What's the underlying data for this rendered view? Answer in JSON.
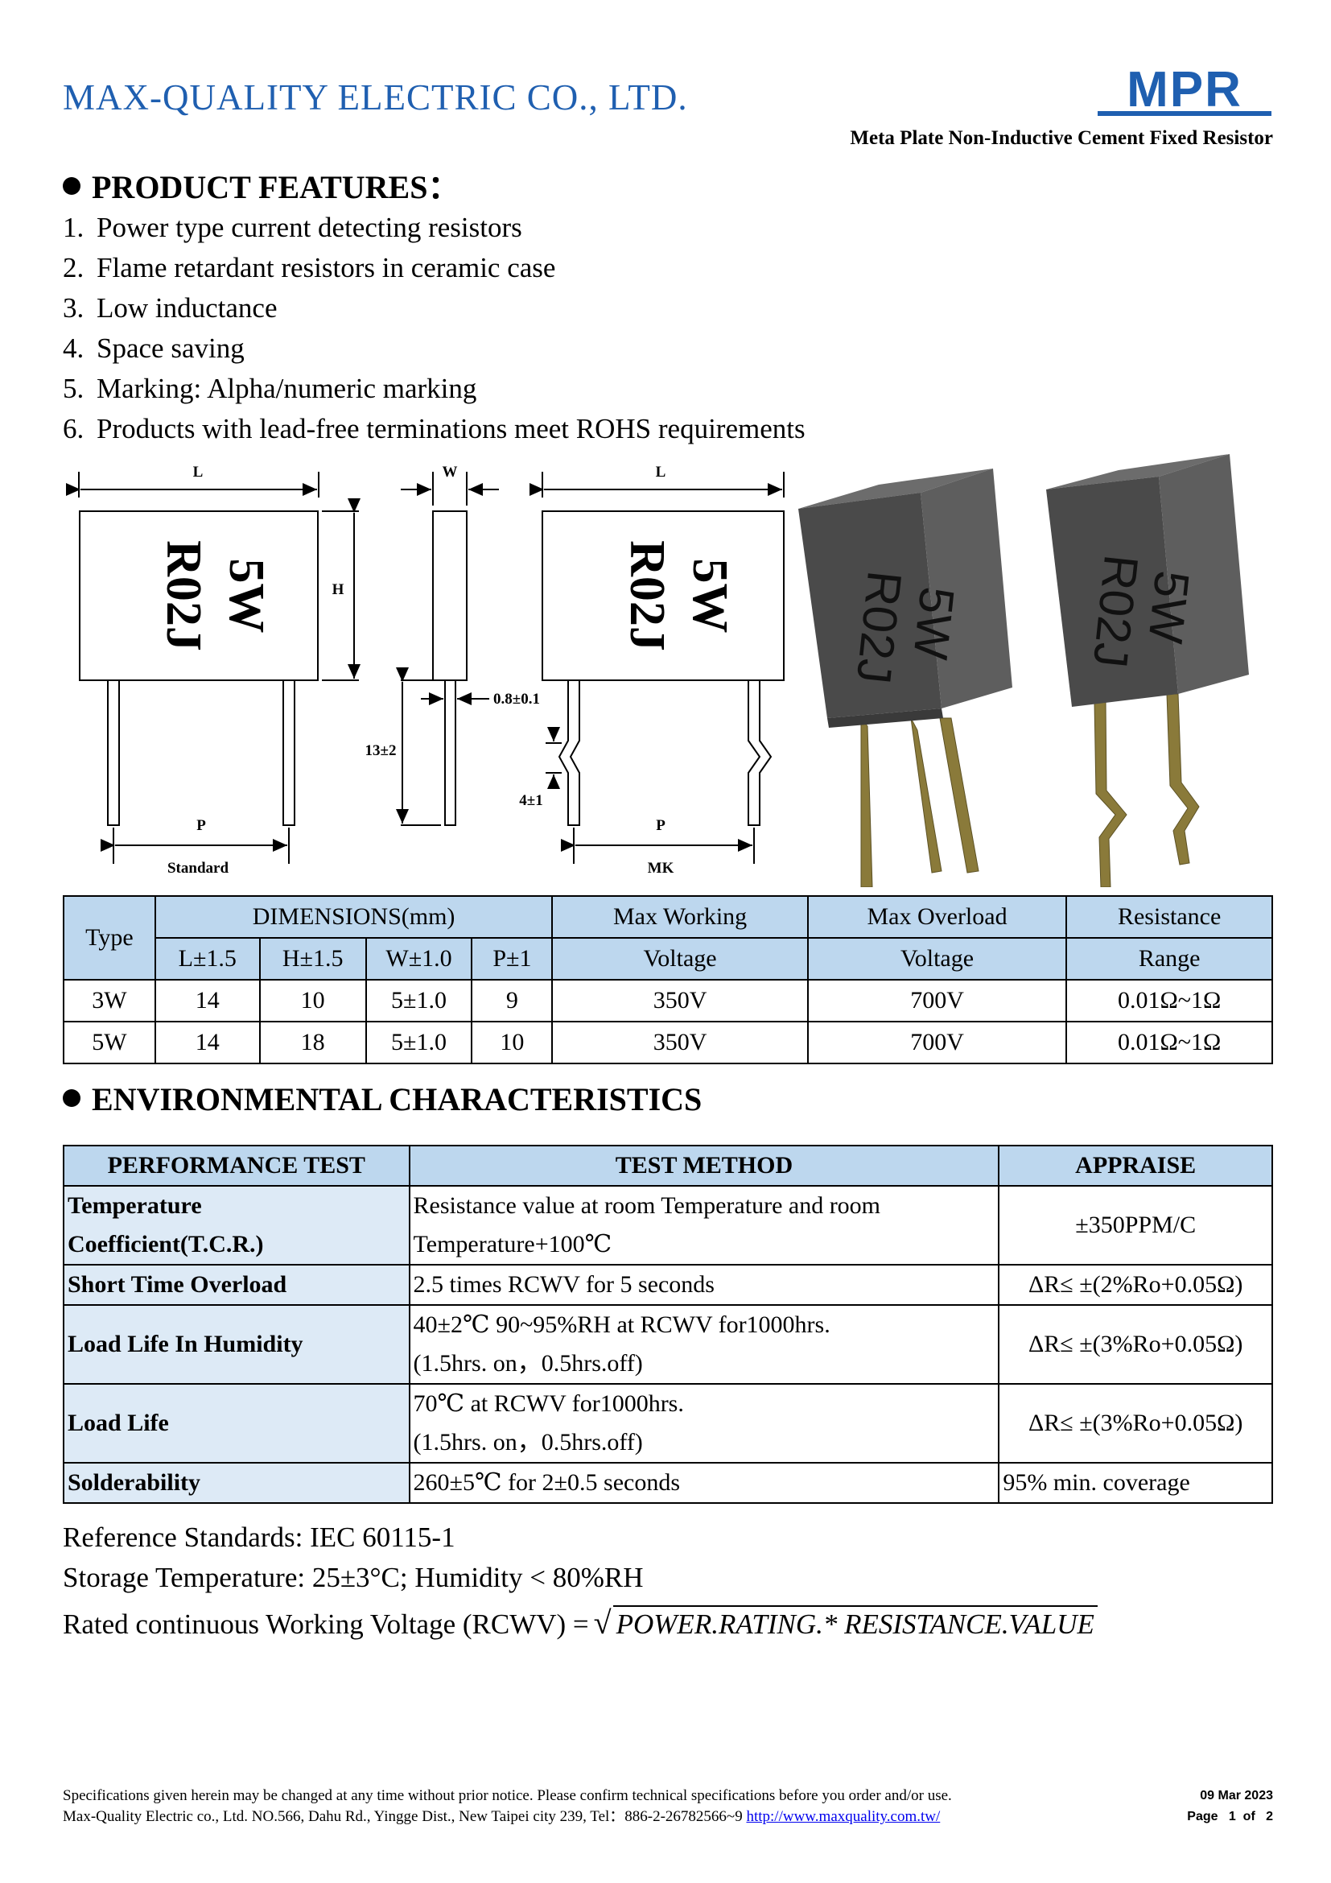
{
  "header": {
    "company_name": "MAX-QUALITY ELECTRIC CO., LTD.",
    "logo_text": "MPR",
    "subtitle": "Meta Plate Non-Inductive Cement Fixed Resistor",
    "brand_color": "#1f5fb0"
  },
  "features": {
    "title": "PRODUCT FEATURES：",
    "items": [
      {
        "num": "1.",
        "text": "Power type current detecting resistors"
      },
      {
        "num": "2.",
        "text": "Flame retardant resistors in ceramic case"
      },
      {
        "num": "3.",
        "text": "Low inductance"
      },
      {
        "num": "4.",
        "text": "Space saving"
      },
      {
        "num": "5.",
        "text": "Marking: Alpha/numeric marking"
      },
      {
        "num": "6.",
        "text": "Products with lead-free terminations meet ROHS requirements"
      }
    ]
  },
  "drawing": {
    "label_L": "L",
    "label_W": "W",
    "label_H": "H",
    "label_P": "P",
    "lead_dia": "0.8±0.1",
    "lead_len": "13±2",
    "kink": "4±1",
    "marking_power": "5W",
    "marking_value": "R02J",
    "standard_label": "Standard",
    "mk_label": "MK"
  },
  "spec_table": {
    "type_header": "Type",
    "dimensions_header": "DIMENSIONS(mm)",
    "dim_sub_headers": [
      "L±1.5",
      "H±1.5",
      "W±1.0",
      "P±1"
    ],
    "mwv_header": [
      "Max Working",
      "Voltage"
    ],
    "mov_header": [
      "Max Overload",
      "Voltage"
    ],
    "range_header": [
      "Resistance",
      "Range"
    ],
    "rows": [
      {
        "type": "3W",
        "L": "14",
        "H": "10",
        "W": "5±1.0",
        "P": "9",
        "mwv": "350V",
        "mov": "700V",
        "range": "0.01Ω~1Ω"
      },
      {
        "type": "5W",
        "L": "14",
        "H": "18",
        "W": "5±1.0",
        "P": "10",
        "mwv": "350V",
        "mov": "700V",
        "range": "0.01Ω~1Ω"
      }
    ],
    "header_color": "#bdd7ee"
  },
  "environment": {
    "title": "ENVIRONMENTAL CHARACTERISTICS",
    "headers": [
      "PERFORMANCE TEST",
      "TEST METHOD",
      "APPRAISE"
    ],
    "rows": [
      {
        "test": [
          "Temperature",
          "Coefficient(T.C.R.)"
        ],
        "method": [
          "Resistance value at room Temperature and room",
          "Temperature+100℃"
        ],
        "appraise": "±350PPM/C"
      },
      {
        "test": [
          "Short Time Overload"
        ],
        "method": [
          "2.5 times RCWV for 5 seconds"
        ],
        "appraise": "ΔR≤ ±(2%Ro+0.05Ω)"
      },
      {
        "test": [
          "Load Life In Humidity"
        ],
        "method": [
          "40±2℃ 90~95%RH at RCWV for1000hrs.",
          "(1.5hrs. on，0.5hrs.off)"
        ],
        "appraise": "ΔR≤ ±(3%Ro+0.05Ω)"
      },
      {
        "test": [
          "Load Life"
        ],
        "method": [
          "70℃ at RCWV for1000hrs.",
          "(1.5hrs. on，0.5hrs.off)"
        ],
        "appraise": "ΔR≤ ±(3%Ro+0.05Ω)"
      },
      {
        "test": [
          "Solderability"
        ],
        "method": [
          "260±5℃ for 2±0.5 seconds"
        ],
        "appraise": "95% min. coverage"
      }
    ],
    "test_col_color": "#ddeaf6"
  },
  "notes": {
    "reference": "Reference Standards: IEC 60115-1",
    "storage": "Storage Temperature: 25±3°C; Humidity < 80%RH",
    "rcwv_prefix": "Rated continuous Working Voltage (RCWV) =",
    "rcwv_formula": "POWER.RATING.* RESISTANCE.VALUE"
  },
  "footer": {
    "line1": "Specifications given herein may be changed at any time without prior notice. Please confirm technical specifications before you order and/or use.",
    "line2_prefix": "Max-Quality Electric co., Ltd. NO.566, Dahu Rd., Yingge Dist., New Taipei city 239, Tel：886-2-26782566~9 ",
    "url": "http://www.maxquality.com.tw/",
    "date": "09 Mar 2023",
    "page": "Page   1  of   2"
  }
}
